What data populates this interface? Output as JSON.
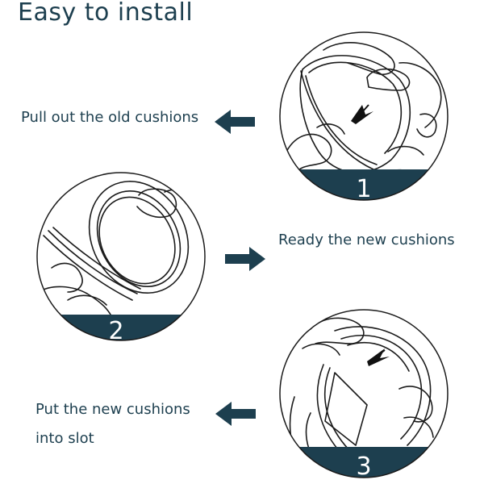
{
  "title": "Easy to install",
  "colors": {
    "accent": "#1d3f4f",
    "line": "#1b1b1b"
  },
  "steps": [
    {
      "number": "1",
      "text_lines": [
        "Pull out the old cushions"
      ],
      "arrow": "left-arrow-icon"
    },
    {
      "number": "2",
      "text_lines": [
        "Ready the new cushions"
      ],
      "arrow": "right-arrow-icon"
    },
    {
      "number": "3",
      "text_lines": [
        "Put the new cushions",
        "into slot"
      ],
      "arrow": "left-arrow-icon"
    }
  ]
}
